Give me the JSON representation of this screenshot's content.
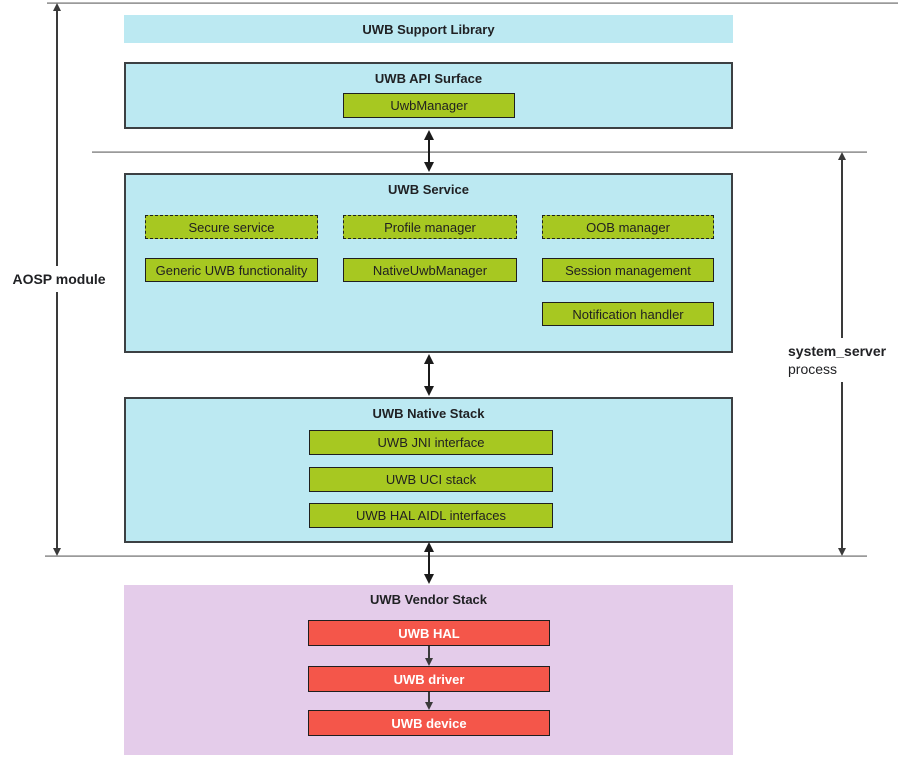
{
  "labels": {
    "aosp_module": "AOSP module",
    "system_server": "system_server",
    "process": "process"
  },
  "support_library": {
    "title": "UWB Support Library"
  },
  "api_surface": {
    "title": "UWB API Surface",
    "uwb_manager": "UwbManager"
  },
  "service": {
    "title": "UWB Service",
    "dashed": [
      "Secure service",
      "Profile manager",
      "OOB manager"
    ],
    "solid": [
      "Generic UWB functionality",
      "NativeUwbManager",
      "Session management"
    ],
    "extra": "Notification handler"
  },
  "native_stack": {
    "title": "UWB Native Stack",
    "items": [
      "UWB JNI interface",
      "UWB UCI stack",
      "UWB HAL AIDL interfaces"
    ]
  },
  "vendor_stack": {
    "title": "UWB Vendor Stack",
    "items": [
      "UWB HAL",
      "UWB driver",
      "UWB device"
    ]
  },
  "colors": {
    "cyan": "#BCE9F2",
    "green": "#A7C821",
    "red": "#F4564A",
    "lavender": "#E4CCEA",
    "line_gray": "#9E9E9E",
    "border_dark": "#3C4043",
    "arrow_dark": "#1B1B1B"
  }
}
